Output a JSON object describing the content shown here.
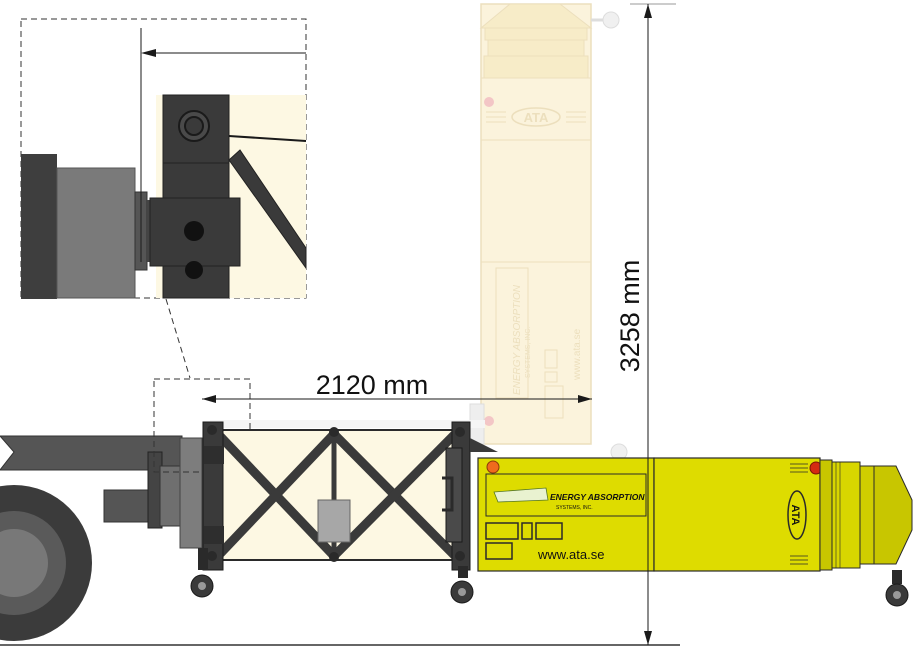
{
  "dimensions": {
    "width_label": "2120 mm",
    "height_label": "3258 mm"
  },
  "unit_panel": {
    "logo_text": "ATA",
    "brand_text": "ENERGY ABSORPTION",
    "brand_subtext": "SYSTEMS, INC.",
    "website": "www.ata.se"
  },
  "ghost_unit": {
    "logo_text": "ATA",
    "brand_text": "ENERGY ABSORPTION",
    "brand_subtext": "SYSTEMS, INC.",
    "website": "www.ata.se"
  },
  "colors": {
    "unit_yellow": "#dedc00",
    "frame_dark": "#3a3a3a",
    "ghost_fill": "#fbf3dc",
    "ghost_stroke": "#e9dcb6",
    "panel_cream": "#fdf8e3",
    "warning_red": "#d42a12",
    "warning_orange": "#ef6b1d"
  }
}
